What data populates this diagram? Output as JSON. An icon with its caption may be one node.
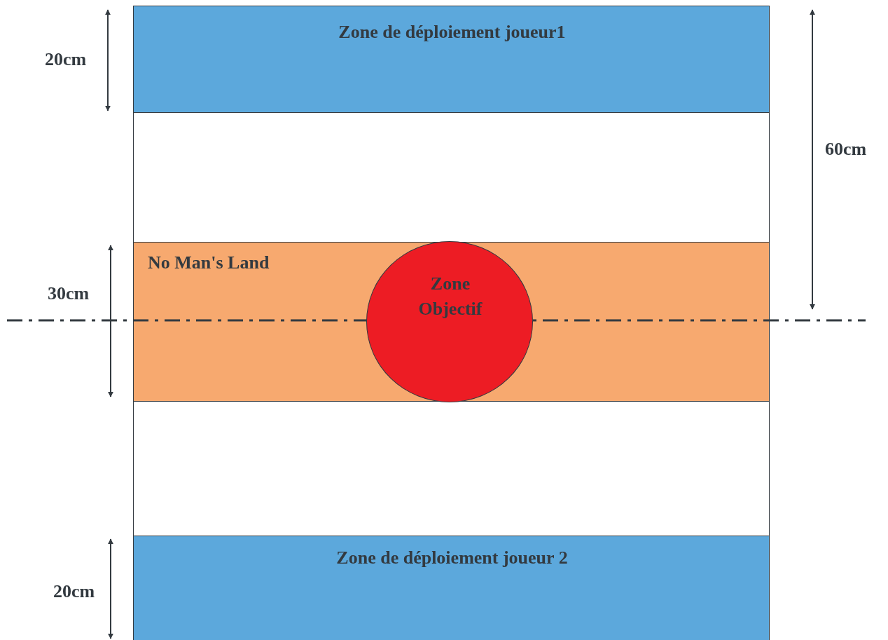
{
  "diagram": {
    "nodes": [
      {
        "text": [
          "Zone de déploiement joueur1"
        ]
      },
      {
        "text": [
          "No Man's Land"
        ]
      },
      {
        "text": [
          "Zone Objectif"
        ],
        "in": 1
      },
      {
        "text": [
          "Zone de déploiement joueur 2"
        ]
      }
    ],
    "labels": [
      "20cm",
      "60cm",
      "30cm",
      "20cm"
    ]
  }
}
